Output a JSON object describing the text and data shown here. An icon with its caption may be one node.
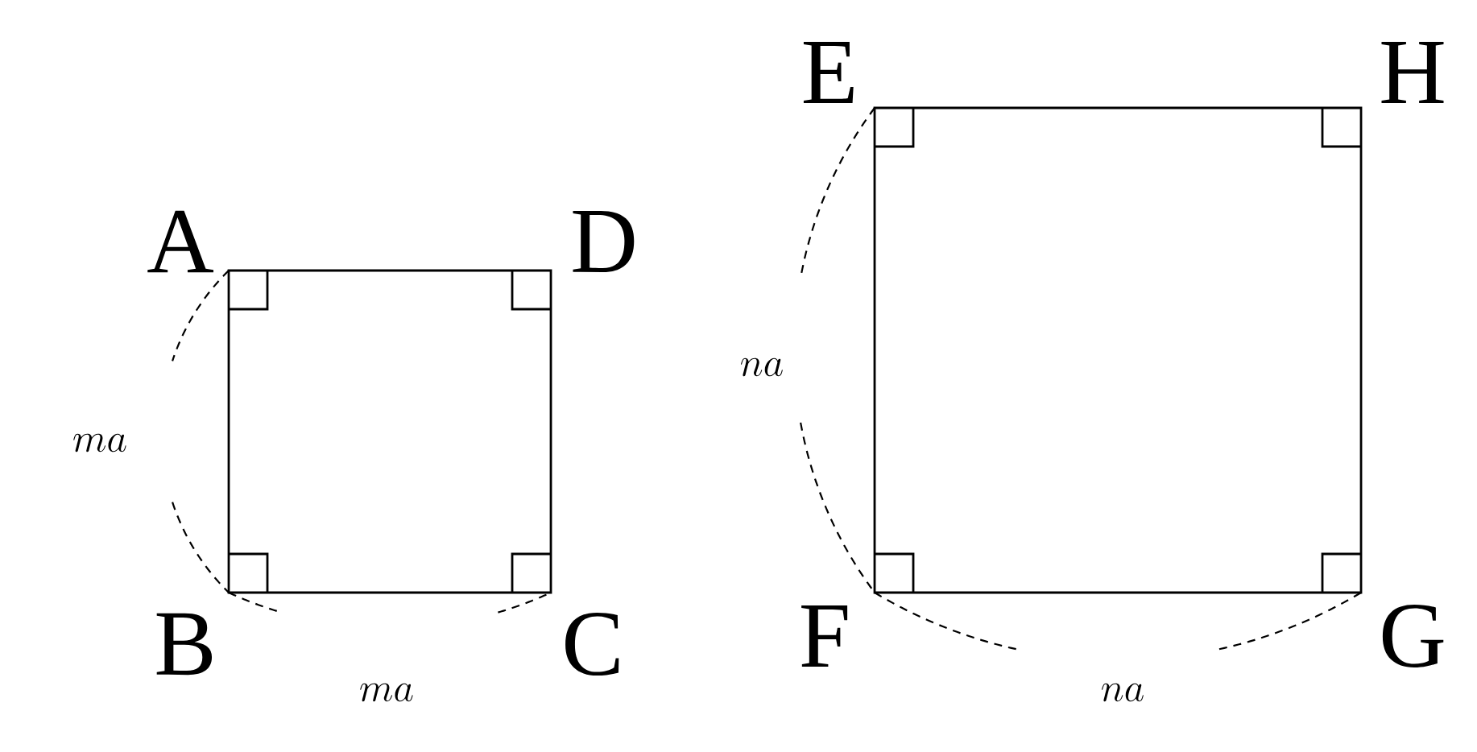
{
  "diagram": {
    "labels": [
      "E",
      "H",
      "A",
      "D",
      "na",
      "ma",
      "B",
      "C",
      "F",
      "G",
      "ma",
      "na"
    ]
  }
}
